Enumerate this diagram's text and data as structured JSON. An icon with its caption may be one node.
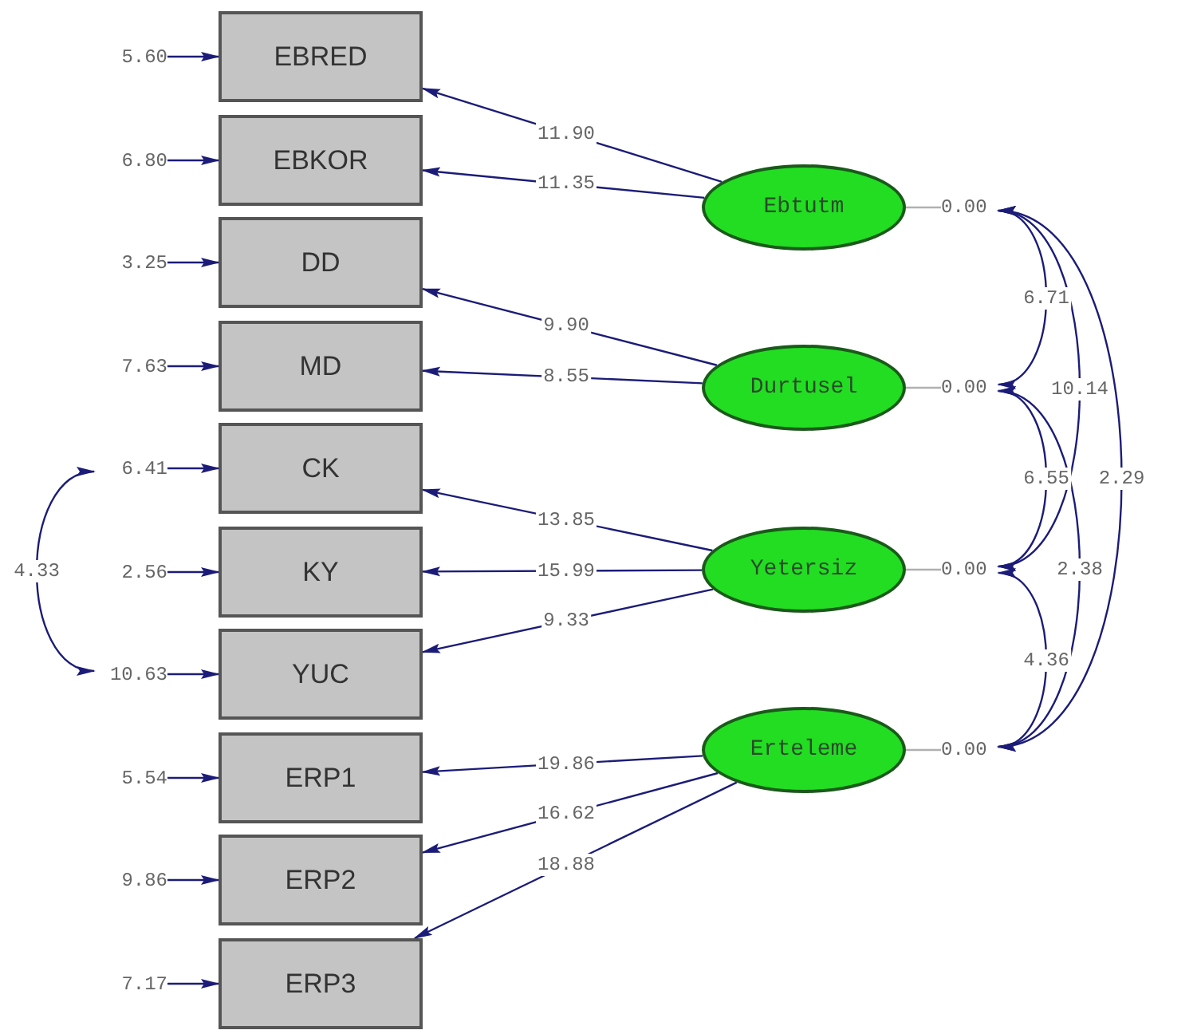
{
  "diagram": {
    "nodes": [
      {
        "text": [
          "EBRED"
        ]
      },
      {
        "text": [
          "EBKOR"
        ]
      },
      {
        "text": [
          "DD"
        ]
      },
      {
        "text": [
          "MD"
        ]
      },
      {
        "text": [
          "CK"
        ]
      },
      {
        "text": [
          "KY"
        ]
      },
      {
        "text": [
          "YUC"
        ]
      },
      {
        "text": [
          "ERP1"
        ]
      },
      {
        "text": [
          "ERP2"
        ]
      },
      {
        "text": [
          "ERP3"
        ]
      },
      {
        "text": [
          "Ebtutm"
        ]
      },
      {
        "text": [
          "Durtusel"
        ]
      },
      {
        "text": [
          "Yetersiz"
        ]
      },
      {
        "text": [
          "Erteleme"
        ]
      },
      {
        "text": [
          "5.60"
        ]
      },
      {
        "text": [
          "6.80"
        ]
      },
      {
        "text": [
          "3.25"
        ]
      },
      {
        "text": [
          "7.63"
        ]
      },
      {
        "text": [
          "6.41"
        ]
      },
      {
        "text": [
          "2.56"
        ]
      },
      {
        "text": [
          "10.63"
        ]
      },
      {
        "text": [
          "5.54"
        ]
      },
      {
        "text": [
          "9.86"
        ]
      },
      {
        "text": [
          "7.17"
        ]
      },
      {
        "text": [
          "0.00"
        ]
      },
      {
        "text": [
          "0.00"
        ]
      },
      {
        "text": [
          "0.00"
        ]
      },
      {
        "text": [
          "0.00"
        ]
      }
    ],
    "edges": [
      {
        "from": 14,
        "to": 0,
        "arrow": "to"
      },
      {
        "from": 15,
        "to": 1,
        "arrow": "to"
      },
      {
        "from": 16,
        "to": 2,
        "arrow": "to"
      },
      {
        "from": 17,
        "to": 3,
        "arrow": "to"
      },
      {
        "from": 18,
        "to": 4,
        "arrow": "to"
      },
      {
        "from": 19,
        "to": 5,
        "arrow": "to"
      },
      {
        "from": 20,
        "to": 6,
        "arrow": "to"
      },
      {
        "from": 21,
        "to": 7,
        "arrow": "to"
      },
      {
        "from": 22,
        "to": 8,
        "arrow": "to"
      },
      {
        "from": 23,
        "to": 9,
        "arrow": "to"
      },
      {
        "from": 10,
        "to": 0,
        "arrow": "to",
        "label": "11.90"
      },
      {
        "from": 10,
        "to": 1,
        "arrow": "to",
        "label": "11.35"
      },
      {
        "from": 11,
        "to": 2,
        "arrow": "to",
        "label": "9.90"
      },
      {
        "from": 11,
        "to": 3,
        "arrow": "to",
        "label": "8.55"
      },
      {
        "from": 12,
        "to": 4,
        "arrow": "to",
        "label": "13.85"
      },
      {
        "from": 12,
        "to": 5,
        "arrow": "to",
        "label": "15.99"
      },
      {
        "from": 12,
        "to": 6,
        "arrow": "to",
        "label": "9.33"
      },
      {
        "from": 13,
        "to": 7,
        "arrow": "to",
        "label": "19.86"
      },
      {
        "from": 13,
        "to": 8,
        "arrow": "to",
        "label": "16.62"
      },
      {
        "from": 13,
        "to": 9,
        "arrow": "to",
        "label": "18.88"
      },
      {
        "from": 18,
        "to": 20,
        "arrow": "both",
        "label": "4.33"
      },
      {
        "from": 10,
        "to": 24,
        "arrow": "none",
        "color": "#b0b0b0"
      },
      {
        "from": 11,
        "to": 25,
        "arrow": "none",
        "color": "#b0b0b0"
      },
      {
        "from": 12,
        "to": 26,
        "arrow": "none",
        "color": "#b0b0b0"
      },
      {
        "from": 13,
        "to": 27,
        "arrow": "none",
        "color": "#b0b0b0"
      },
      {
        "from": 24,
        "to": 25,
        "arrow": "both",
        "label": "6.71"
      },
      {
        "from": 24,
        "to": 26,
        "arrow": "both",
        "label": "10.14"
      },
      {
        "from": 24,
        "to": 27,
        "arrow": "both",
        "label": "2.29"
      },
      {
        "from": 25,
        "to": 26,
        "arrow": "both",
        "label": "6.55"
      },
      {
        "from": 25,
        "to": 27,
        "arrow": "both",
        "label": "2.38"
      },
      {
        "from": 26,
        "to": 27,
        "arrow": "both",
        "label": "4.36"
      }
    ]
  }
}
